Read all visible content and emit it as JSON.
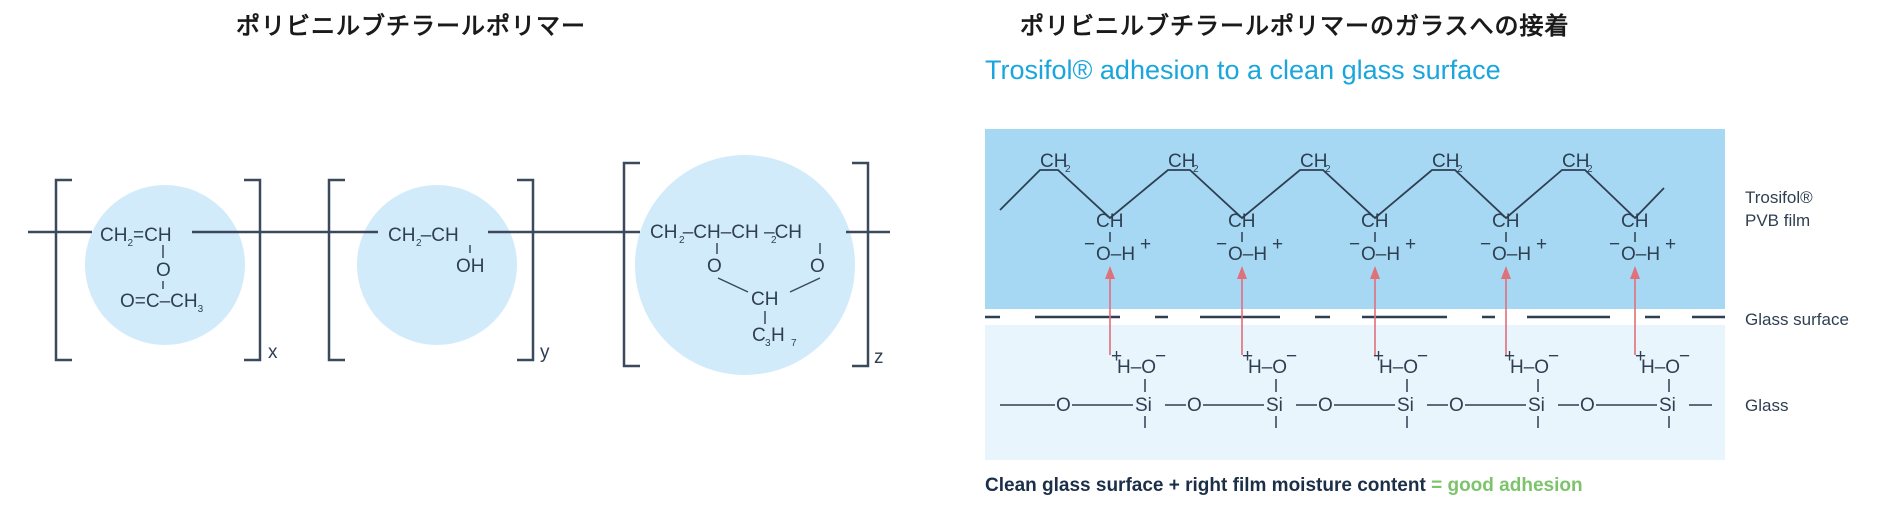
{
  "left_title": "ポリビニルブチラールポリマー",
  "right_title": "ポリビニルブチラールポリマーのガラスへの接着",
  "subtitle": "Trosifol® adhesion to a clean glass surface",
  "polymer": {
    "unit1": {
      "ch2": "CH",
      "eq": "=",
      "ch": "CH",
      "o": "O",
      "acetyl": "O=C–CH",
      "sub": "2",
      "sub3": "3",
      "index": "x"
    },
    "unit2": {
      "formula": "CH –CH",
      "sub": "2",
      "oh": "OH",
      "index": "y"
    },
    "unit3": {
      "chain": "CH –CH–CH –CH",
      "sub": "2",
      "o": "O",
      "ch": "CH",
      "propyl": "C H",
      "sub3": "3",
      "sub7": "7",
      "index": "z"
    }
  },
  "pvb_chain": {
    "ch2": "CH",
    "sub": "2",
    "ch": "CH",
    "oh": "O–H",
    "minus": "−",
    "plus": "+"
  },
  "glass_group": {
    "ho": "H–O",
    "plus": "+",
    "minus": "−",
    "si": "Si",
    "o": "O"
  },
  "labels": {
    "film_line1": "Trosifol®",
    "film_line2": "PVB film",
    "glass_surface": "Glass surface",
    "glass": "Glass"
  },
  "footer": {
    "main": "Clean glass surface + right film moisture content",
    "good": "= good adhesion"
  },
  "colors": {
    "film_bg": "#a6d8f4",
    "glass_bg": "#e8f5fd",
    "circle": "#d2ebfa",
    "accent": "#1aa6dc",
    "arrow": "#e0707a",
    "good": "#7dc36c"
  }
}
